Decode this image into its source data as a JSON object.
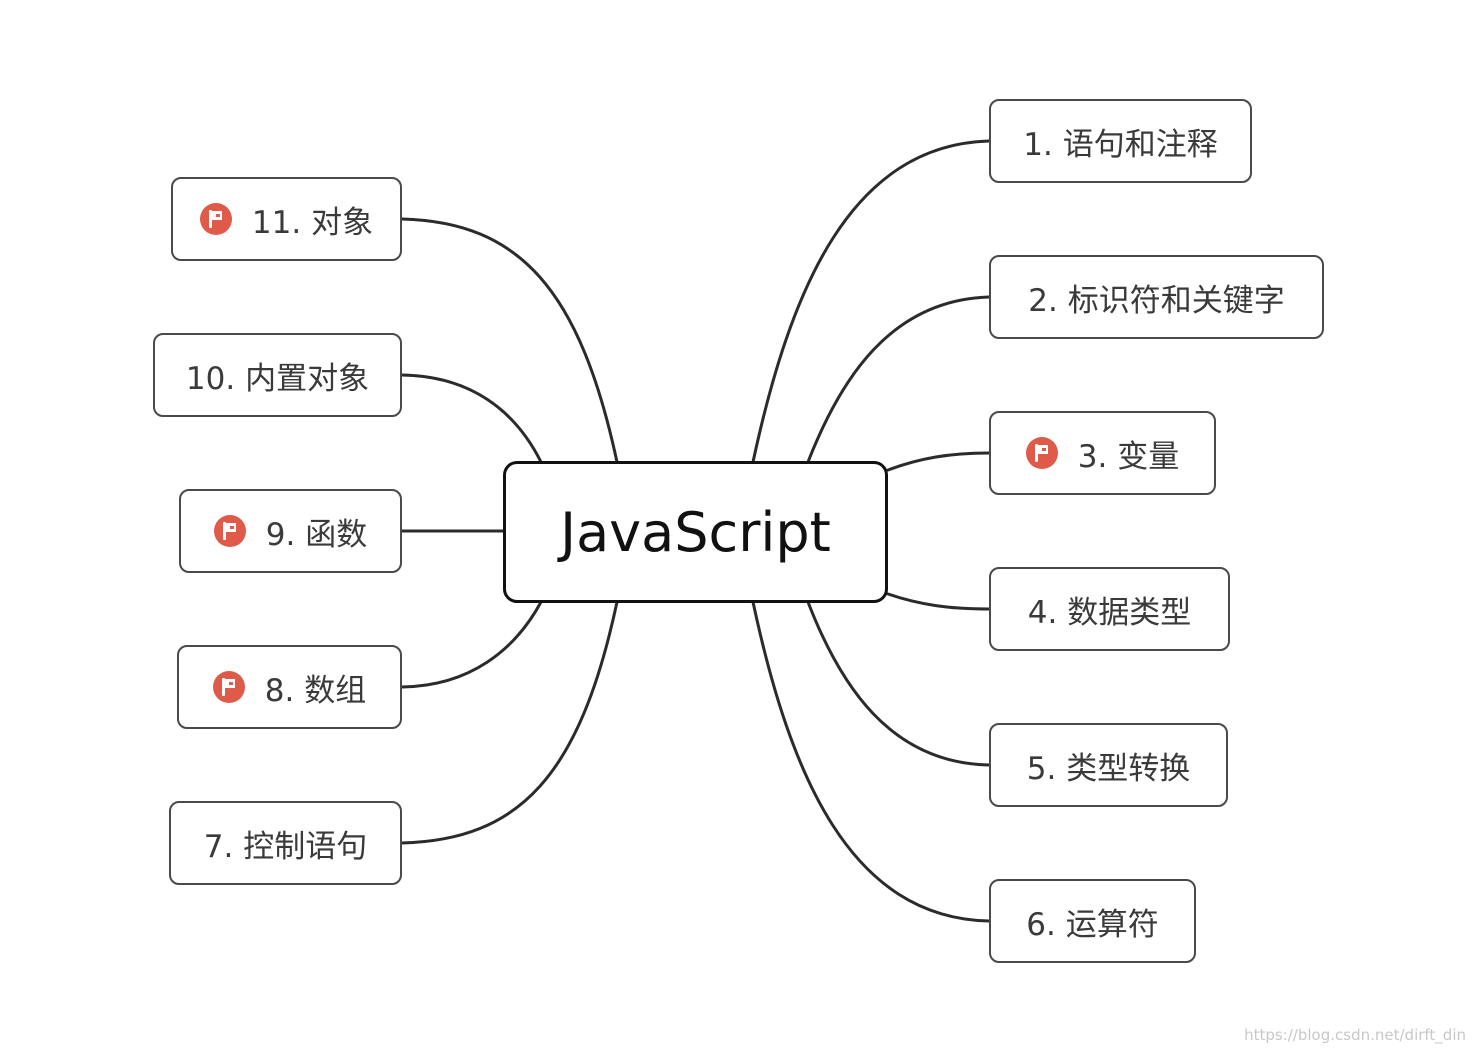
{
  "root": {
    "label": "JavaScript"
  },
  "nodes": [
    {
      "label": "1. 语句和注释",
      "flag": false
    },
    {
      "label": "2. 标识符和关键字",
      "flag": false
    },
    {
      "label": "3. 变量",
      "flag": true
    },
    {
      "label": "4. 数据类型",
      "flag": false
    },
    {
      "label": "5. 类型转换",
      "flag": false
    },
    {
      "label": "6. 运算符",
      "flag": false
    },
    {
      "label": "7. 控制语句",
      "flag": false
    },
    {
      "label": "8. 数组",
      "flag": true
    },
    {
      "label": "9. 函数",
      "flag": true
    },
    {
      "label": "10. 内置对象",
      "flag": false
    },
    {
      "label": "11. 对象",
      "flag": true
    }
  ],
  "flag_icon": "red-flag-icon",
  "colors": {
    "flag": "#e05a4a",
    "line": "#2b2b2b",
    "node_border": "#4a4a4a",
    "root_border": "#111111"
  },
  "watermark": "https://blog.csdn.net/dirft_din"
}
